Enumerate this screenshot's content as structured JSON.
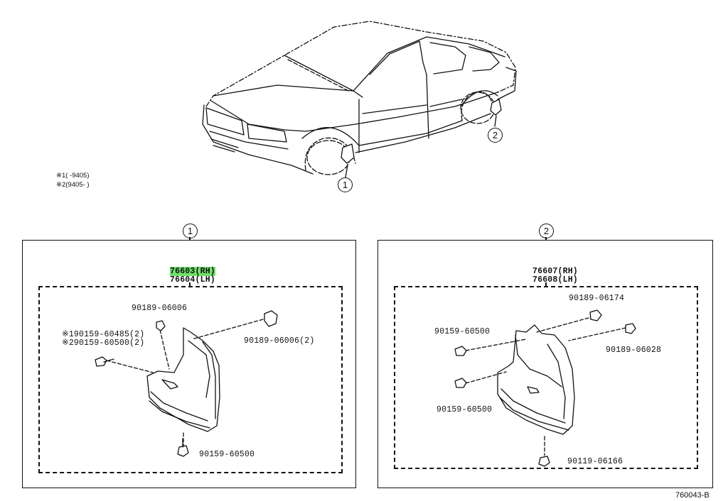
{
  "figure_code": "760043-B",
  "notes": {
    "note1": "※1(      -9405)",
    "note2": "※2(9405-      )"
  },
  "callouts": {
    "c1": "1",
    "c2": "2"
  },
  "panel1": {
    "callout": "1",
    "part_rh": "76603(RH)",
    "part_lh": "76604(LH)",
    "labels": {
      "clip_top": "90189-06006",
      "screw_n1": "※190159-60485(2)",
      "screw_n2": "※290159-60500(2)",
      "clip_right": "90189-06006(2)",
      "screw_bottom": "90159-60500"
    }
  },
  "panel2": {
    "callout": "2",
    "part_rh": "76607(RH)",
    "part_lh": "76608(LH)",
    "labels": {
      "clip_top": "90189-06174",
      "screw_left": "90159-60500",
      "clip_right": "90189-06028",
      "screw_lower": "90159-60500",
      "screw_bottom": "90119-06166"
    }
  },
  "colors": {
    "highlight": "#6fe06a",
    "ink": "#111111"
  }
}
